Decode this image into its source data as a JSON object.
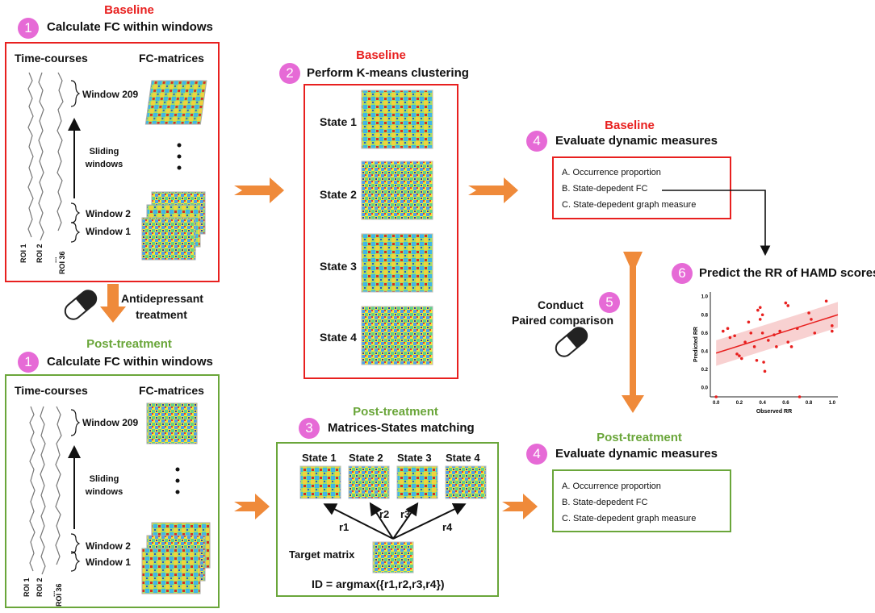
{
  "baseline_top": {
    "stage": "Baseline",
    "step_num": "1",
    "step_title": "Calculate FC within windows",
    "col_timecourses": "Time-courses",
    "col_fcmatrices": "FC-matrices",
    "window_top": "Window 209",
    "sliding": "Sliding windows",
    "window2": "Window 2",
    "window1": "Window 1",
    "roi1": "ROI 1",
    "roi2": "ROI 2",
    "roi_dots": "...",
    "roi36": "ROI 36"
  },
  "treatment": {
    "label": "Antidepressant treatment"
  },
  "post_top": {
    "stage": "Post-treatment",
    "step_num": "1",
    "step_title": "Calculate FC within windows",
    "col_timecourses": "Time-courses",
    "col_fcmatrices": "FC-matrices",
    "window_top": "Window 209",
    "sliding": "Sliding windows",
    "window2": "Window 2",
    "window1": "Window 1",
    "roi1": "ROI 1",
    "roi2": "ROI 2",
    "roi_dots": "...",
    "roi36": "ROI 36"
  },
  "kmeans": {
    "stage": "Baseline",
    "step_num": "2",
    "step_title": "Perform K-means clustering",
    "states": [
      "State 1",
      "State 2",
      "State 3",
      "State 4"
    ]
  },
  "matching": {
    "stage": "Post-treatment",
    "step_num": "3",
    "step_title": "Matrices-States matching",
    "states": [
      "State 1",
      "State 2",
      "State 3",
      "State 4"
    ],
    "r_labels": [
      "r1",
      "r2",
      "r3",
      "r4"
    ],
    "target": "Target matrix",
    "formula": "ID = argmax({r1,r2,r3,r4})"
  },
  "eval_baseline": {
    "stage": "Baseline",
    "step_num": "4",
    "step_title": "Evaluate dynamic measures",
    "items": [
      "A. Occurrence proportion",
      "B. State-depedent FC",
      "C. State-depedent graph measure"
    ]
  },
  "eval_post": {
    "stage": "Post-treatment",
    "step_num": "4",
    "step_title": "Evaluate dynamic measures",
    "items": [
      "A. Occurrence proportion",
      "B. State-depedent FC",
      "C. State-depedent graph measure"
    ]
  },
  "comparison": {
    "step_num": "5",
    "line1": "Conduct",
    "line2": "Paired comparison"
  },
  "predict": {
    "step_num": "6",
    "step_title": "Predict the RR of HAMD scores"
  },
  "chart_data": {
    "type": "scatter",
    "xlabel": "Observed RR",
    "ylabel": "Predicted RR",
    "xlim": [
      -0.05,
      1.05
    ],
    "ylim": [
      -0.1,
      1.05
    ],
    "xticks": [
      "0.0",
      "0.2",
      "0.4",
      "0.6",
      "0.8",
      "1.0"
    ],
    "yticks": [
      "0.0",
      "0.2",
      "0.4",
      "0.6",
      "0.8",
      "1.0"
    ],
    "points": [
      [
        0.0,
        -0.1
      ],
      [
        0.06,
        0.62
      ],
      [
        0.1,
        0.65
      ],
      [
        0.12,
        0.55
      ],
      [
        0.16,
        0.57
      ],
      [
        0.18,
        0.37
      ],
      [
        0.2,
        0.35
      ],
      [
        0.22,
        0.32
      ],
      [
        0.25,
        0.5
      ],
      [
        0.28,
        0.72
      ],
      [
        0.3,
        0.6
      ],
      [
        0.33,
        0.45
      ],
      [
        0.35,
        0.3
      ],
      [
        0.36,
        0.85
      ],
      [
        0.38,
        0.88
      ],
      [
        0.38,
        0.75
      ],
      [
        0.4,
        0.8
      ],
      [
        0.4,
        0.6
      ],
      [
        0.41,
        0.28
      ],
      [
        0.42,
        0.18
      ],
      [
        0.45,
        0.52
      ],
      [
        0.5,
        0.58
      ],
      [
        0.52,
        0.45
      ],
      [
        0.55,
        0.62
      ],
      [
        0.6,
        0.93
      ],
      [
        0.62,
        0.9
      ],
      [
        0.62,
        0.5
      ],
      [
        0.65,
        0.45
      ],
      [
        0.7,
        0.65
      ],
      [
        0.72,
        -0.1
      ],
      [
        0.8,
        0.82
      ],
      [
        0.82,
        0.75
      ],
      [
        0.85,
        0.6
      ],
      [
        0.95,
        0.95
      ],
      [
        1.0,
        0.68
      ],
      [
        1.0,
        0.62
      ]
    ],
    "fit": [
      [
        0.0,
        0.38
      ],
      [
        1.05,
        0.8
      ]
    ],
    "point_color": "#e8201f",
    "band_color": "#f6c6c6"
  },
  "colors": {
    "baseline": "#e8201f",
    "post": "#6aa63a",
    "step_circle": "#e66ad6",
    "arrow": "#ef8a3a"
  }
}
